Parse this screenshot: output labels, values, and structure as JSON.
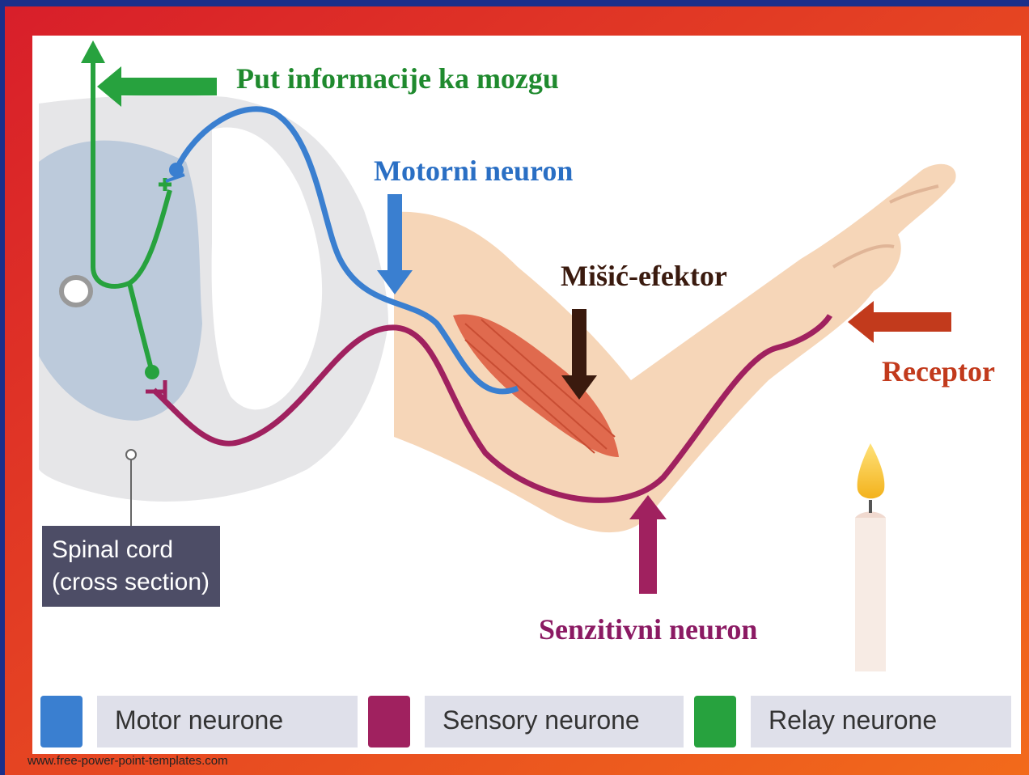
{
  "labels": {
    "path_to_brain": "Put informacije ka mozgu",
    "motor_neuron": "Motorni neuron",
    "effector": "Mišić-efektor",
    "receptor": "Receptor",
    "sensory_neuron": "Senzitivni neuron"
  },
  "spinal_cord": {
    "line1": "Spinal cord",
    "line2": "(cross section)"
  },
  "legend": [
    {
      "label": "Motor neurone",
      "color": "#3a7fd0"
    },
    {
      "label": "Sensory neurone",
      "color": "#a0215f"
    },
    {
      "label": "Relay neurone",
      "color": "#27a23e"
    }
  ],
  "footer": "www.free-power-point-templates.com",
  "colors": {
    "motor": "#3a7fd0",
    "sensory": "#a0215f",
    "relay": "#27a23e",
    "effector_arrow": "#3a1a0e",
    "receptor_arrow": "#c23a1c"
  }
}
